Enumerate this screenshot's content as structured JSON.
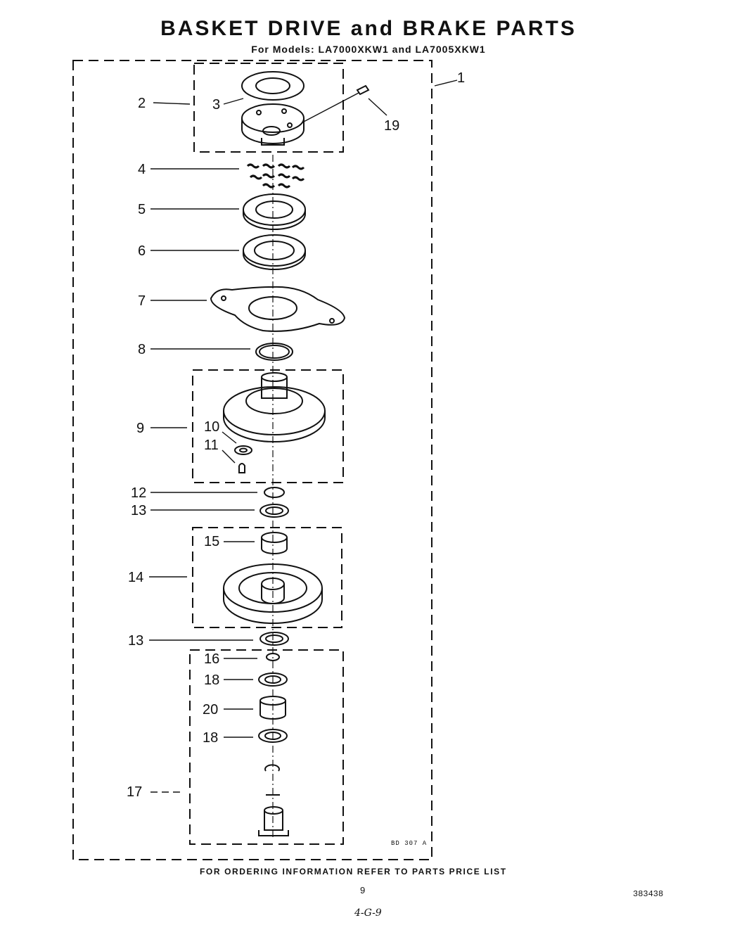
{
  "title": "BASKET DRIVE and BRAKE PARTS",
  "subtitle": "For Models: LA7000XKW1 and LA7005XKW1",
  "footer_note": "FOR ORDERING INFORMATION REFER TO PARTS PRICE LIST",
  "page_number": "9",
  "document_number": "383438",
  "handwritten_mark": "4-G-9",
  "figure_code": "BD 307 A",
  "callouts": [
    "1",
    "2",
    "3",
    "19",
    "4",
    "5",
    "6",
    "7",
    "8",
    "9",
    "10",
    "11",
    "12",
    "13",
    "15",
    "14",
    "13",
    "16",
    "18",
    "20",
    "18",
    "17"
  ]
}
